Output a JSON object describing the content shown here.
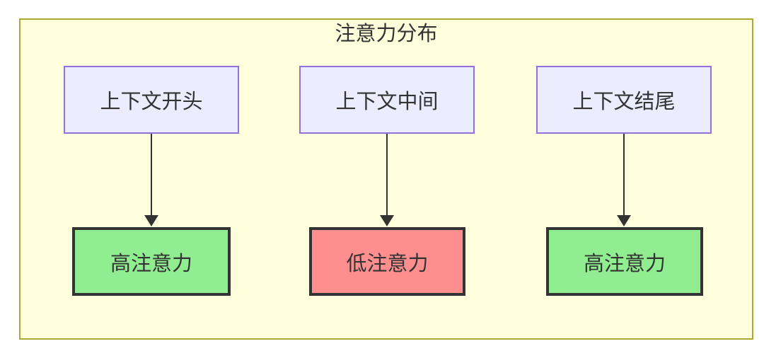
{
  "diagram": {
    "title": "注意力分布",
    "nodes": [
      {
        "id": "ctx-start",
        "label": "上下文开头",
        "kind": "context"
      },
      {
        "id": "ctx-middle",
        "label": "上下文中间",
        "kind": "context"
      },
      {
        "id": "ctx-end",
        "label": "上下文结尾",
        "kind": "context"
      },
      {
        "id": "attn-start",
        "label": "高注意力",
        "kind": "high-attention"
      },
      {
        "id": "attn-middle",
        "label": "低注意力",
        "kind": "low-attention"
      },
      {
        "id": "attn-end",
        "label": "高注意力",
        "kind": "high-attention"
      }
    ],
    "edges": [
      {
        "from": "ctx-start",
        "to": "attn-start"
      },
      {
        "from": "ctx-middle",
        "to": "attn-middle"
      },
      {
        "from": "ctx-end",
        "to": "attn-end"
      }
    ],
    "colors": {
      "container_fill": "#ffffde",
      "container_stroke": "#aaaa33",
      "context_fill": "#ececff",
      "context_stroke": "#9370db",
      "high_fill": "#90ee90",
      "low_fill": "#ff8f8f",
      "result_stroke": "#333333",
      "arrow": "#333333",
      "text": "#333333"
    }
  }
}
